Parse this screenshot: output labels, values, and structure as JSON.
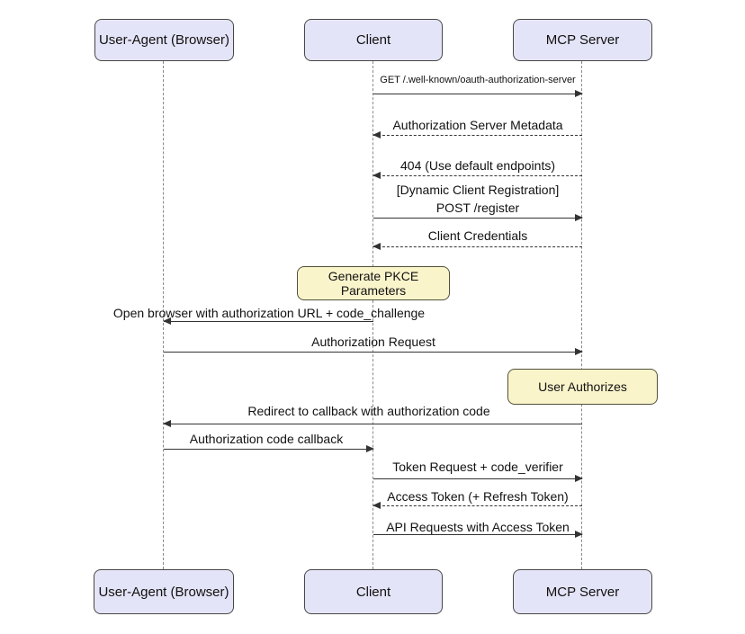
{
  "diagram": {
    "type": "sequence-diagram",
    "topic": "OAuth 2.0 / PKCE authorization flow for MCP",
    "actors": [
      {
        "name": "User-Agent (Browser)"
      },
      {
        "name": "Client"
      },
      {
        "name": "MCP Server"
      }
    ],
    "messages": [
      {
        "label": "GET /.well-known/oauth-authorization-server",
        "from": "Client",
        "to": "MCP Server",
        "style": "solid"
      },
      {
        "label": "Authorization Server Metadata",
        "from": "MCP Server",
        "to": "Client",
        "style": "dashed"
      },
      {
        "label": "404 (Use default endpoints)",
        "from": "MCP Server",
        "to": "Client",
        "style": "dashed"
      },
      {
        "label": "[Dynamic Client Registration]",
        "from": "",
        "to": "",
        "style": "label"
      },
      {
        "label": "POST /register",
        "from": "Client",
        "to": "MCP Server",
        "style": "solid"
      },
      {
        "label": "Client Credentials",
        "from": "MCP Server",
        "to": "Client",
        "style": "dashed"
      },
      {
        "label": "Open browser with authorization URL + code_challenge",
        "from": "Client",
        "to": "User-Agent (Browser)",
        "style": "solid"
      },
      {
        "label": "Authorization Request",
        "from": "User-Agent (Browser)",
        "to": "MCP Server",
        "style": "solid"
      },
      {
        "label": "Redirect to callback with authorization code",
        "from": "MCP Server",
        "to": "User-Agent (Browser)",
        "style": "solid"
      },
      {
        "label": "Authorization code callback",
        "from": "User-Agent (Browser)",
        "to": "Client",
        "style": "solid"
      },
      {
        "label": "Token Request + code_verifier",
        "from": "Client",
        "to": "MCP Server",
        "style": "solid"
      },
      {
        "label": "Access Token (+ Refresh Token)",
        "from": "MCP Server",
        "to": "Client",
        "style": "dashed"
      },
      {
        "label": "API Requests with Access Token",
        "from": "Client",
        "to": "MCP Server",
        "style": "solid"
      }
    ],
    "notes": [
      {
        "label": "Generate PKCE Parameters",
        "over": "Client"
      },
      {
        "label": "User Authorizes",
        "over": "MCP Server"
      }
    ],
    "colors": {
      "actor_fill": "#e4e4f8",
      "actor_border": "#474747",
      "note_fill": "#faf4cb",
      "note_border": "#51513a",
      "lifeline_color": "#8a8a8a",
      "arrow_color": "#333333",
      "text_color": "#111111"
    }
  }
}
